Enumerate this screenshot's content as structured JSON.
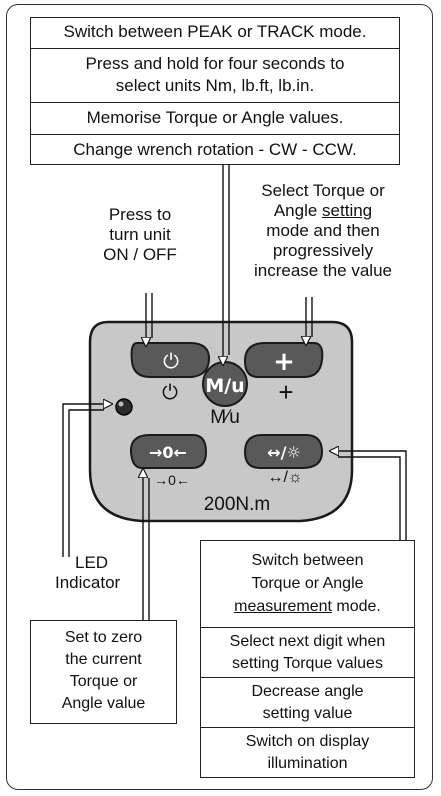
{
  "top_box": {
    "rows": [
      "Switch between PEAK or TRACK mode.",
      "Press and hold for four seconds to select units Nm, lb.ft, lb.in.",
      "Memorise Torque or Angle values.",
      "Change wrench rotation - CW - CCW."
    ]
  },
  "power_note": {
    "line1": "Press to",
    "line2": "turn unit",
    "line3": "ON / OFF"
  },
  "plus_note": {
    "line1": "Select Torque or",
    "line2a": "Angle ",
    "line2b": "setting",
    "line3": "mode and then",
    "line4": "progressively",
    "line5": "increase the value"
  },
  "device": {
    "model_text": "200N.m",
    "labels": {
      "power": "⏻",
      "plus": "+",
      "mode": "M⁄u",
      "zero": "→0←",
      "illum": "↔/☼"
    }
  },
  "led_note": {
    "line1": "LED",
    "line2": "Indicator"
  },
  "zero_note": {
    "line1": "Set to zero",
    "line2": "the current",
    "line3": "Torque or",
    "line4": "Angle value"
  },
  "right_box": {
    "row1_line1": "Switch between",
    "row1_line2": "Torque or Angle",
    "row1_line3a": "measurement",
    "row1_line3b": " mode.",
    "row2_line1": "Select next digit when",
    "row2_line2": "setting Torque values",
    "row3_line1": "Decrease angle",
    "row3_line2": "setting value",
    "row4_line1": "Switch on display",
    "row4_line2": "illumination"
  },
  "colors": {
    "panel": "#c8c8c8",
    "button": "#595959",
    "outline": "#1a1a1a"
  }
}
